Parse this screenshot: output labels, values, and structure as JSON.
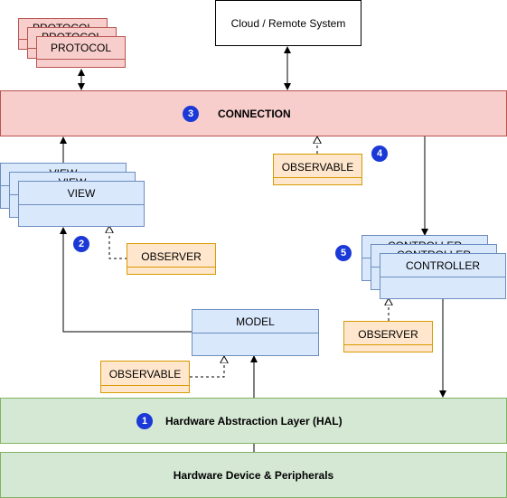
{
  "cloud": {
    "label": "Cloud / Remote System"
  },
  "protocol": {
    "label": "PROTOCOL"
  },
  "connection": {
    "label": "CONNECTION",
    "badge": "3"
  },
  "view": {
    "label": "VIEW",
    "badge": "2"
  },
  "observer_view": {
    "label": "OBSERVER"
  },
  "observable_connection": {
    "label": "OBSERVABLE",
    "badge": "4"
  },
  "controller": {
    "label": "CONTROLLER",
    "badge": "5"
  },
  "observer_controller": {
    "label": "OBSERVER"
  },
  "model": {
    "label": "MODEL"
  },
  "observable_model": {
    "label": "OBSERVABLE"
  },
  "hal": {
    "label": "Hardware Abstraction Layer (HAL)",
    "badge": "1"
  },
  "device": {
    "label": "Hardware Device & Peripherals"
  },
  "colors": {
    "red_fill": "#f8cecc",
    "red_stroke": "#b85450",
    "blue_fill": "#dae8fc",
    "blue_stroke": "#6c8ebf",
    "orange_fill": "#ffe6cc",
    "orange_stroke": "#d79b00",
    "green_fill": "#d5e8d4",
    "green_stroke": "#82b366",
    "badge": "#1a39d6"
  }
}
